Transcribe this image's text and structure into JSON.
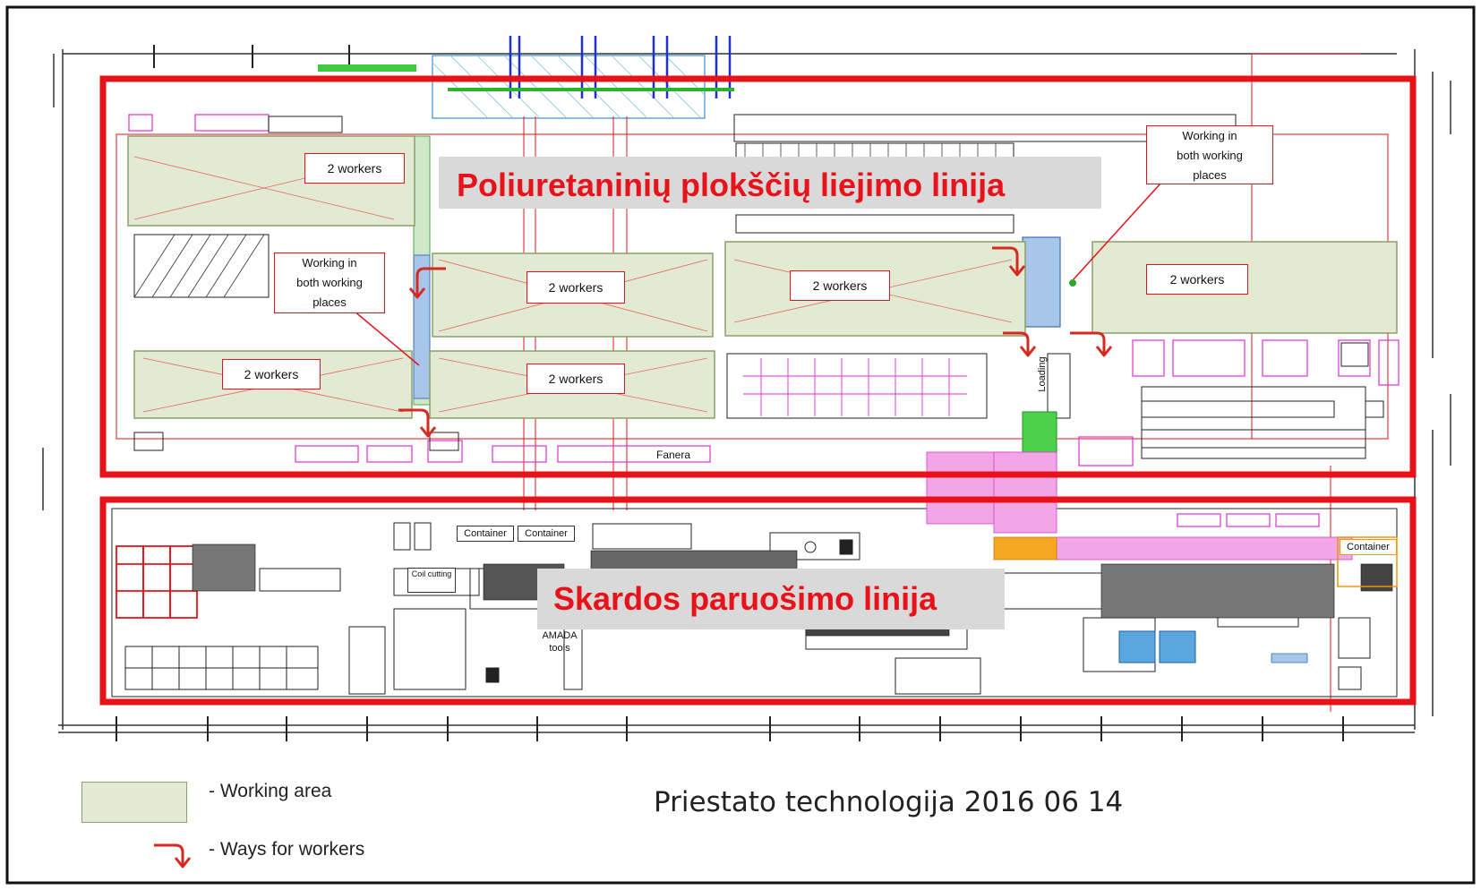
{
  "zones": {
    "upper": {
      "label": "Poliuretaninių plokščių liejimo linija"
    },
    "lower": {
      "label": "Skardos paruošimo linija"
    }
  },
  "working_areas": [
    {
      "label": "2 workers"
    },
    {
      "label": "2 workers"
    },
    {
      "label": "2 workers"
    },
    {
      "label": "2 workers"
    },
    {
      "label": "2 workers"
    },
    {
      "label": "2 workers"
    }
  ],
  "callouts": [
    {
      "lines": [
        "Working in",
        "both working",
        "places"
      ]
    },
    {
      "lines": [
        "Working in",
        "both working",
        "places"
      ]
    }
  ],
  "plan_labels": {
    "container_1": "Container",
    "container_2": "Container",
    "container_3": "Container",
    "coil_cutting": "Coil cutting",
    "amada_tools": "AMADA tools",
    "fanera": "Fanera",
    "loading": "Loading",
    "workers_1": "2 workers"
  },
  "legend": {
    "working_area": "- Working area",
    "ways": "- Ways for workers"
  },
  "caption": "Priestato technologija 2016 06 14",
  "colors": {
    "zone_border": "#e8121a",
    "working_area_fill": "#e2ead3",
    "working_area_border": "#8aa06a",
    "arrow": "#d42a1f",
    "label_bg": "#d9d9d9"
  }
}
